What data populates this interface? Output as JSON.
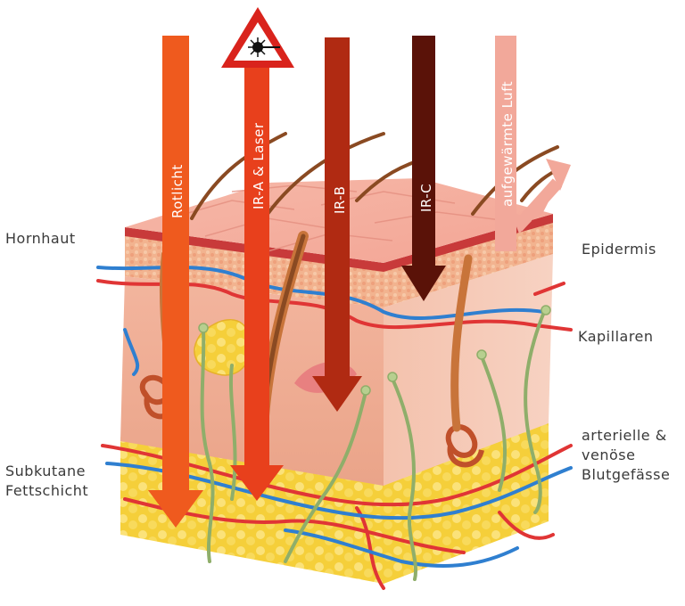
{
  "arrows": {
    "rotlicht": "Rotlicht",
    "ir_a_laser": "IR-A & Laser",
    "ir_b": "IR-B",
    "ir_c": "IR-C",
    "warm_air": "aufgewärmte Luft"
  },
  "labels": {
    "hornhaut": "Hornhaut",
    "epidermis": "Epidermis",
    "kapillaren": "Kapillaren",
    "blood_vessels_line1": "arterielle &",
    "blood_vessels_line2": "venöse",
    "blood_vessels_line3": "Blutgefässe",
    "subkutane_line1": "Subkutane",
    "subkutane_line2": "Fettschicht"
  },
  "icons": {
    "laser_warning": "laser-warning-icon"
  },
  "colors": {
    "rotlicht": "#ef5a1e",
    "ir_a": "#e8401c",
    "ir_b": "#b02a12",
    "ir_c": "#5a1208",
    "warm_air": "#f2a89a"
  }
}
